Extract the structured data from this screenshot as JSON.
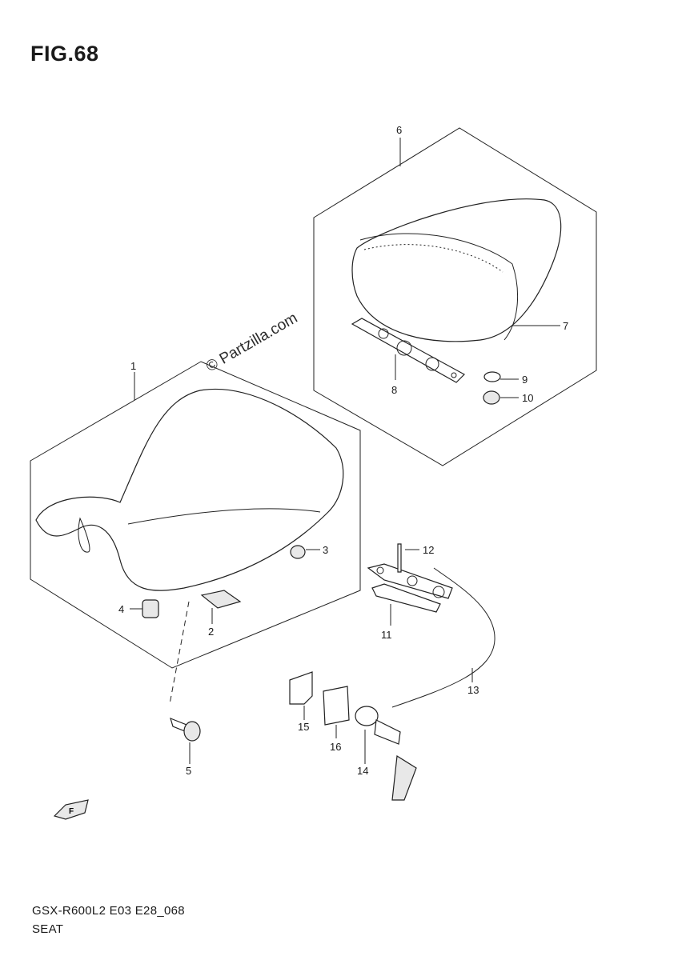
{
  "figure": {
    "title": "FIG.68",
    "model_code": "GSX-R600L2 E03 E28_068",
    "sheet_name": "SEAT",
    "watermark": "© Partzilla.com",
    "front_arrow_label": "F"
  },
  "callouts": [
    {
      "id": "1",
      "label": "1"
    },
    {
      "id": "2",
      "label": "2"
    },
    {
      "id": "3",
      "label": "3"
    },
    {
      "id": "4",
      "label": "4"
    },
    {
      "id": "5",
      "label": "5"
    },
    {
      "id": "6",
      "label": "6"
    },
    {
      "id": "7",
      "label": "7"
    },
    {
      "id": "8",
      "label": "8"
    },
    {
      "id": "9",
      "label": "9"
    },
    {
      "id": "10",
      "label": "10"
    },
    {
      "id": "11",
      "label": "11"
    },
    {
      "id": "12",
      "label": "12"
    },
    {
      "id": "13",
      "label": "13"
    },
    {
      "id": "14",
      "label": "14"
    },
    {
      "id": "15",
      "label": "15"
    },
    {
      "id": "16",
      "label": "16"
    }
  ]
}
